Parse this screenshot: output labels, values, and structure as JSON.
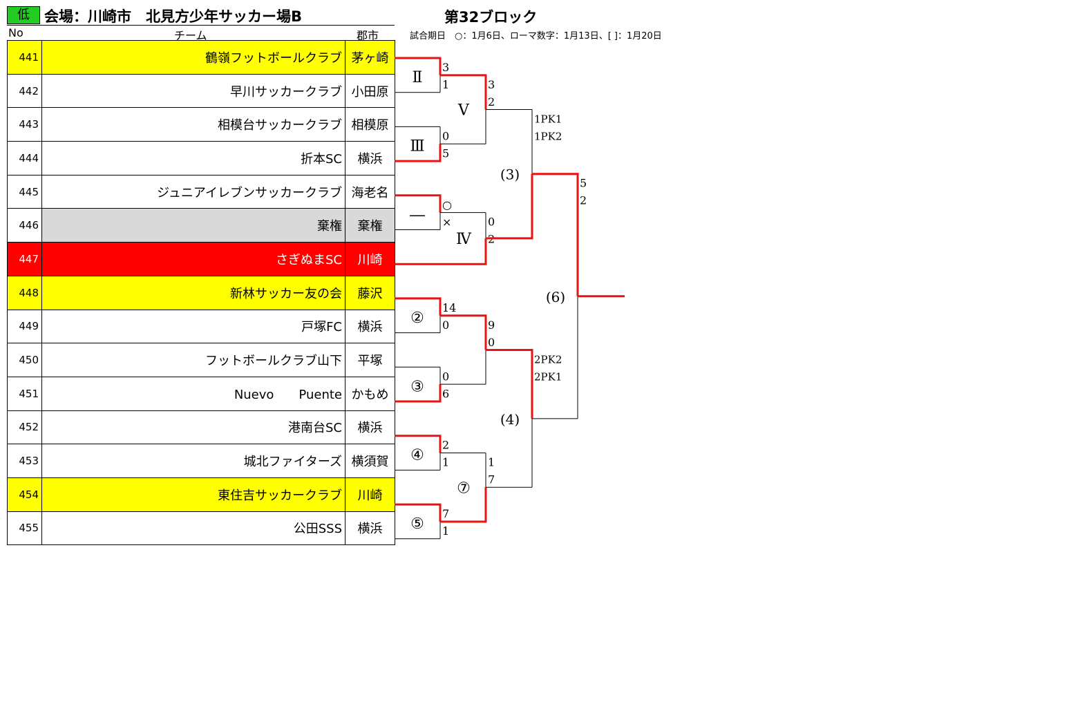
{
  "header": {
    "badge": "低",
    "venue": "会場：川崎市　北見方少年サッカー場B",
    "block": "第32ブロック",
    "date_note": "試合期日　○：1月6日、ローマ数字：1月13日、[ ]：1月20日"
  },
  "columns": {
    "no": "No",
    "team": "チーム",
    "city": "郡市"
  },
  "colors": {
    "yellow": "#ffff00",
    "red": "#ff0000",
    "gray": "#d9d9d9",
    "win_line": "#ee1111",
    "badge": "#22cc22"
  },
  "teams": [
    {
      "no": "441",
      "name": "鶴嶺フットボールクラブ",
      "city": "茅ヶ崎",
      "highlight": "yellow"
    },
    {
      "no": "442",
      "name": "早川サッカークラブ",
      "city": "小田原",
      "highlight": "none"
    },
    {
      "no": "443",
      "name": "相模台サッカークラブ",
      "city": "相模原",
      "highlight": "none"
    },
    {
      "no": "444",
      "name": "折本SC",
      "city": "横浜",
      "highlight": "none"
    },
    {
      "no": "445",
      "name": "ジュニアイレブンサッカークラブ",
      "city": "海老名",
      "highlight": "none"
    },
    {
      "no": "446",
      "name": "棄権",
      "city": "棄権",
      "highlight": "gray"
    },
    {
      "no": "447",
      "name": "さぎぬまSC",
      "city": "川崎",
      "highlight": "red"
    },
    {
      "no": "448",
      "name": "新林サッカー友の会",
      "city": "藤沢",
      "highlight": "yellow"
    },
    {
      "no": "449",
      "name": "戸塚FC",
      "city": "横浜",
      "highlight": "none"
    },
    {
      "no": "450",
      "name": "フットボールクラブ山下",
      "city": "平塚",
      "highlight": "none"
    },
    {
      "no": "451",
      "name": "Nuevo　　Puente",
      "city": "かもめ",
      "highlight": "none"
    },
    {
      "no": "452",
      "name": "港南台SC",
      "city": "横浜",
      "highlight": "none"
    },
    {
      "no": "453",
      "name": "城北ファイターズ",
      "city": "横須賀",
      "highlight": "none"
    },
    {
      "no": "454",
      "name": "東住吉サッカークラブ",
      "city": "川崎",
      "highlight": "yellow"
    },
    {
      "no": "455",
      "name": "公田SSS",
      "city": "横浜",
      "highlight": "none"
    }
  ],
  "matches": [
    {
      "id": "m-II",
      "label": "Ⅱ",
      "score_top": "3",
      "score_bottom": "1",
      "winner": "top"
    },
    {
      "id": "m-III",
      "label": "Ⅲ",
      "score_top": "0",
      "score_bottom": "5",
      "winner": "bottom"
    },
    {
      "id": "m-dash",
      "label": "―",
      "score_top": "○",
      "score_bottom": "×",
      "winner": "top"
    },
    {
      "id": "m-V",
      "label": "Ⅴ",
      "score_top": "3",
      "score_bottom": "2",
      "winner": "top"
    },
    {
      "id": "m-IV",
      "label": "Ⅳ",
      "score_top": "0",
      "score_bottom": "2",
      "winner": "bottom"
    },
    {
      "id": "m-3",
      "label": "(3)",
      "score_top": "1PK1",
      "score_bottom": "1PK2",
      "winner": "bottom"
    },
    {
      "id": "m-c2",
      "label": "②",
      "score_top": "14",
      "score_bottom": "0",
      "winner": "top"
    },
    {
      "id": "m-c3",
      "label": "③",
      "score_top": "0",
      "score_bottom": "6",
      "winner": "bottom"
    },
    {
      "id": "m-c4",
      "label": "④",
      "score_top": "2",
      "score_bottom": "1",
      "winner": "top"
    },
    {
      "id": "m-c5",
      "label": "⑤",
      "score_top": "7",
      "score_bottom": "1",
      "winner": "top"
    },
    {
      "id": "m-c7",
      "label": "⑦",
      "score_top": "1",
      "score_bottom": "7",
      "winner": "bottom"
    },
    {
      "id": "m-c9",
      "label": "",
      "score_top": "9",
      "score_bottom": "0",
      "winner": "top"
    },
    {
      "id": "m-4",
      "label": "(4)",
      "score_top": "2PK2",
      "score_bottom": "2PK1",
      "winner": "top"
    },
    {
      "id": "m-6",
      "label": "(6)",
      "score_top": "5",
      "score_bottom": "2",
      "winner": "top"
    }
  ]
}
